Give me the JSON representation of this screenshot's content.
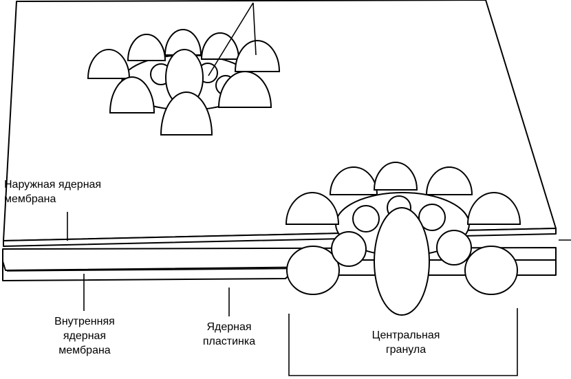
{
  "labels": {
    "outer_membrane": [
      "Наружная ядерная",
      "мембрана"
    ],
    "inner_membrane": [
      "Внутренняя",
      "ядерная",
      "мембрана"
    ],
    "nuclear_lamina": [
      "Ядерная",
      "пластинка"
    ],
    "central_granule": [
      "Центральная",
      "гранула"
    ]
  }
}
